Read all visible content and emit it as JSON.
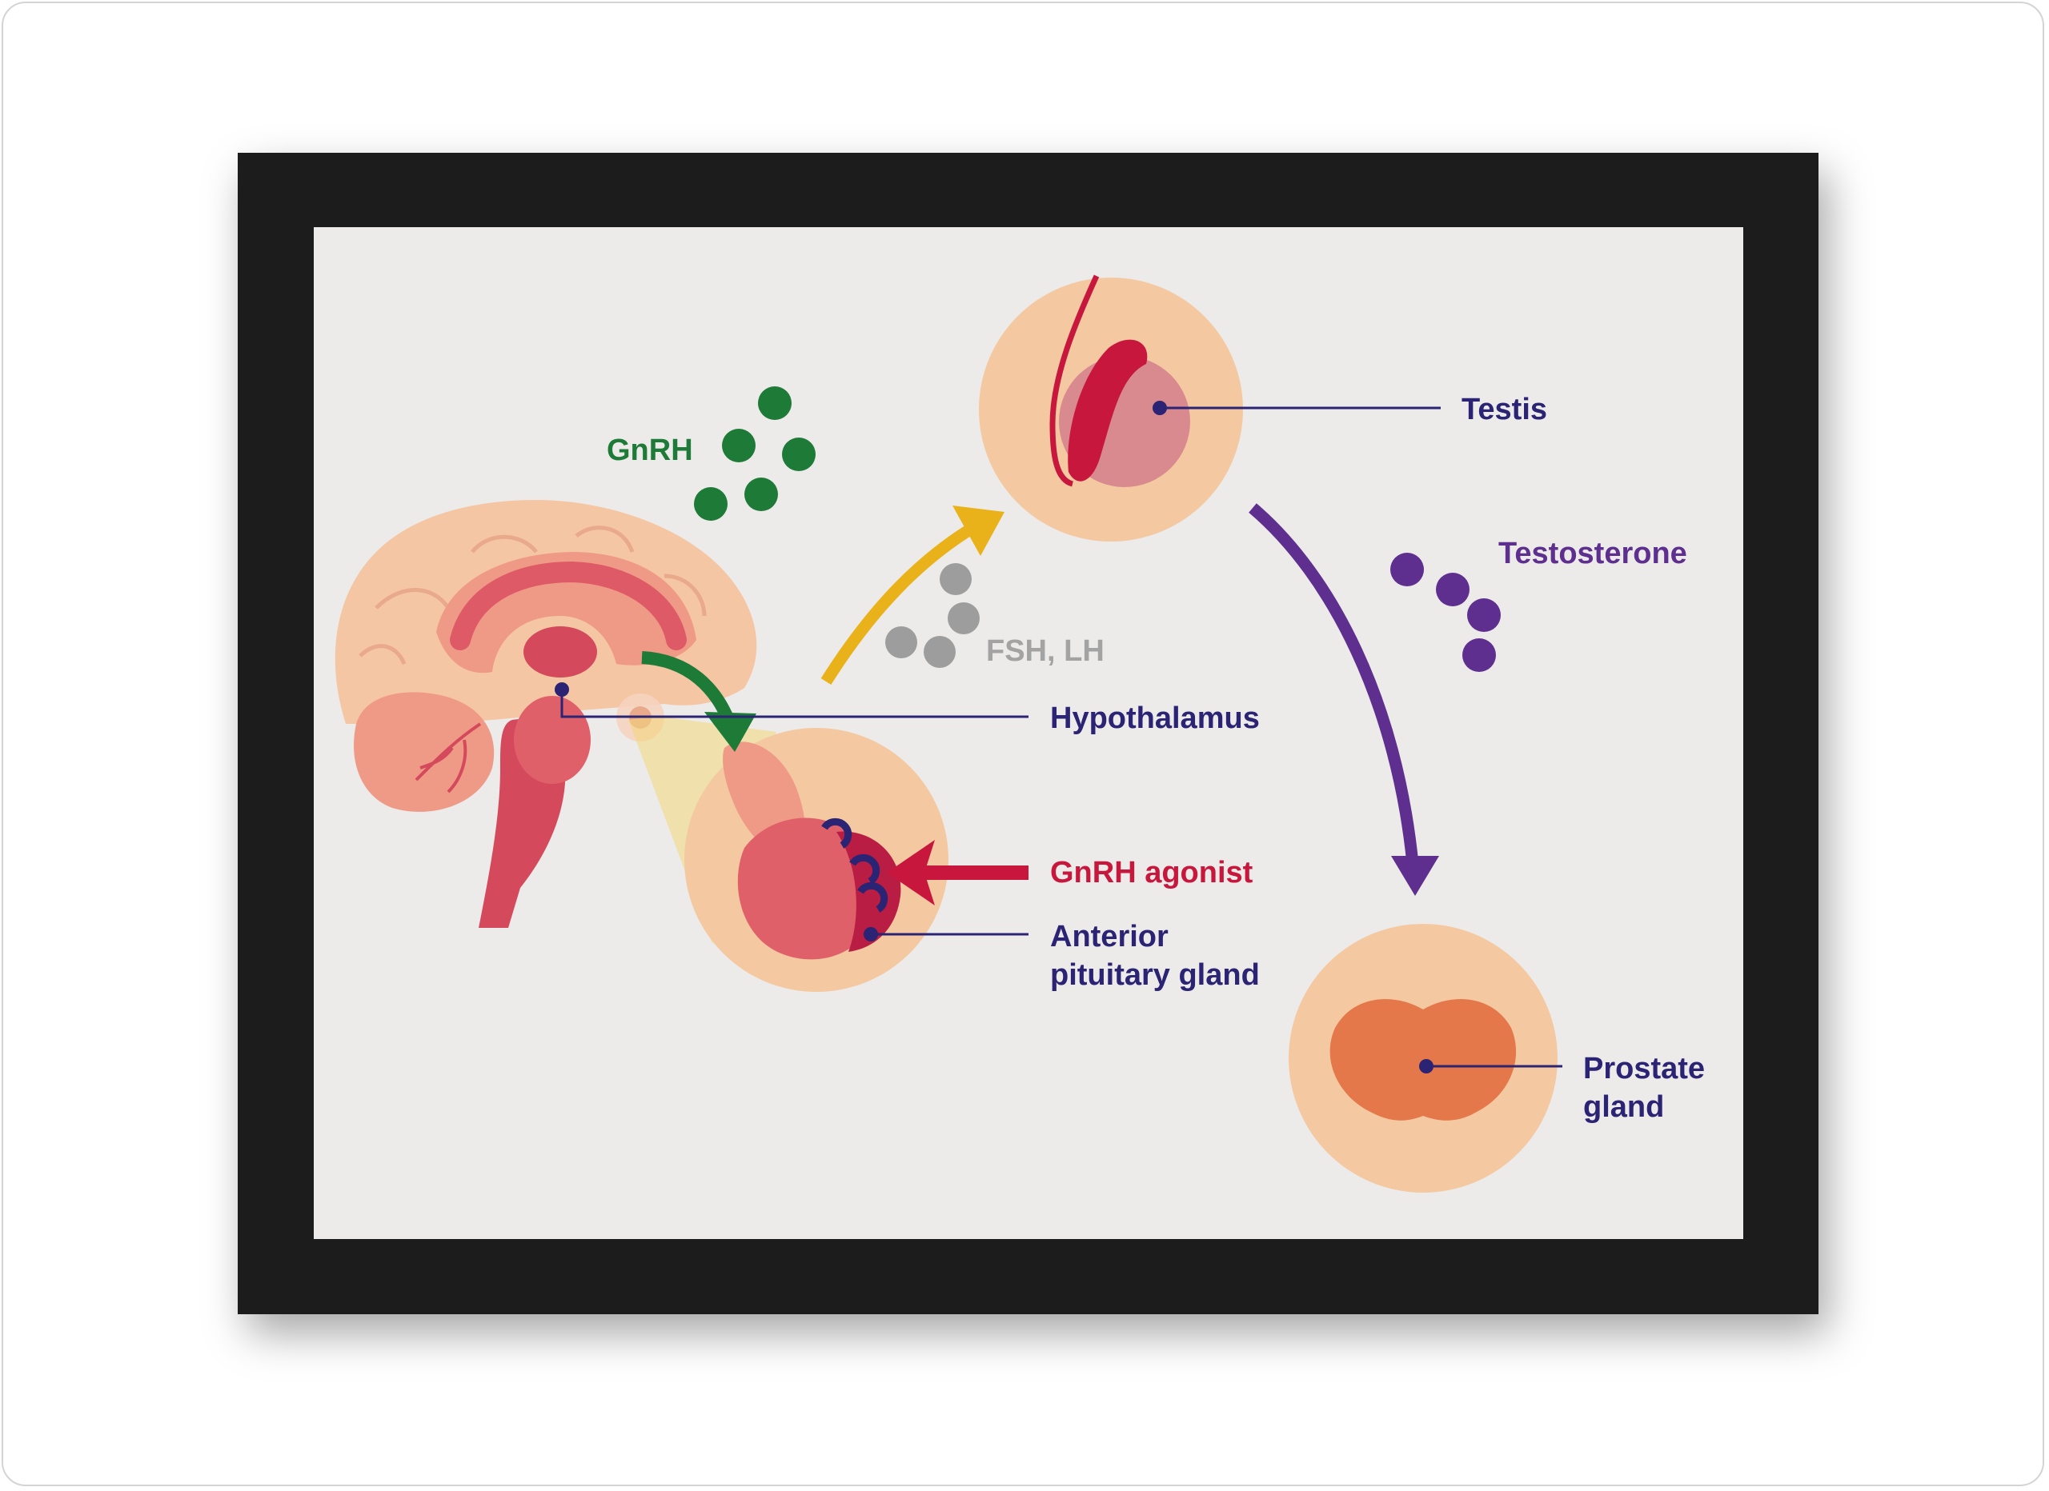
{
  "labels": {
    "gnrh": "GnRH",
    "fsh_lh": "FSH, LH",
    "hypothalamus": "Hypothalamus",
    "gnrh_agonist": "GnRH agonist",
    "anterior_1": "Anterior",
    "anterior_2": "pituitary gland",
    "testis": "Testis",
    "testosterone": "Testosterone",
    "prostate_1": "Prostate",
    "prostate_2": "gland"
  },
  "colors": {
    "frame": "#1c1c1c",
    "paper": "#ecebe9",
    "navy": "#2b2373",
    "green": "#1e7a37",
    "purple": "#5e2f8e",
    "red": "#c8173c",
    "yellow": "#e9b21a",
    "gray": "#9d9d9d",
    "peach": "#f4c9a2",
    "salmon": "#e87a73",
    "orange": "#e4784a"
  }
}
